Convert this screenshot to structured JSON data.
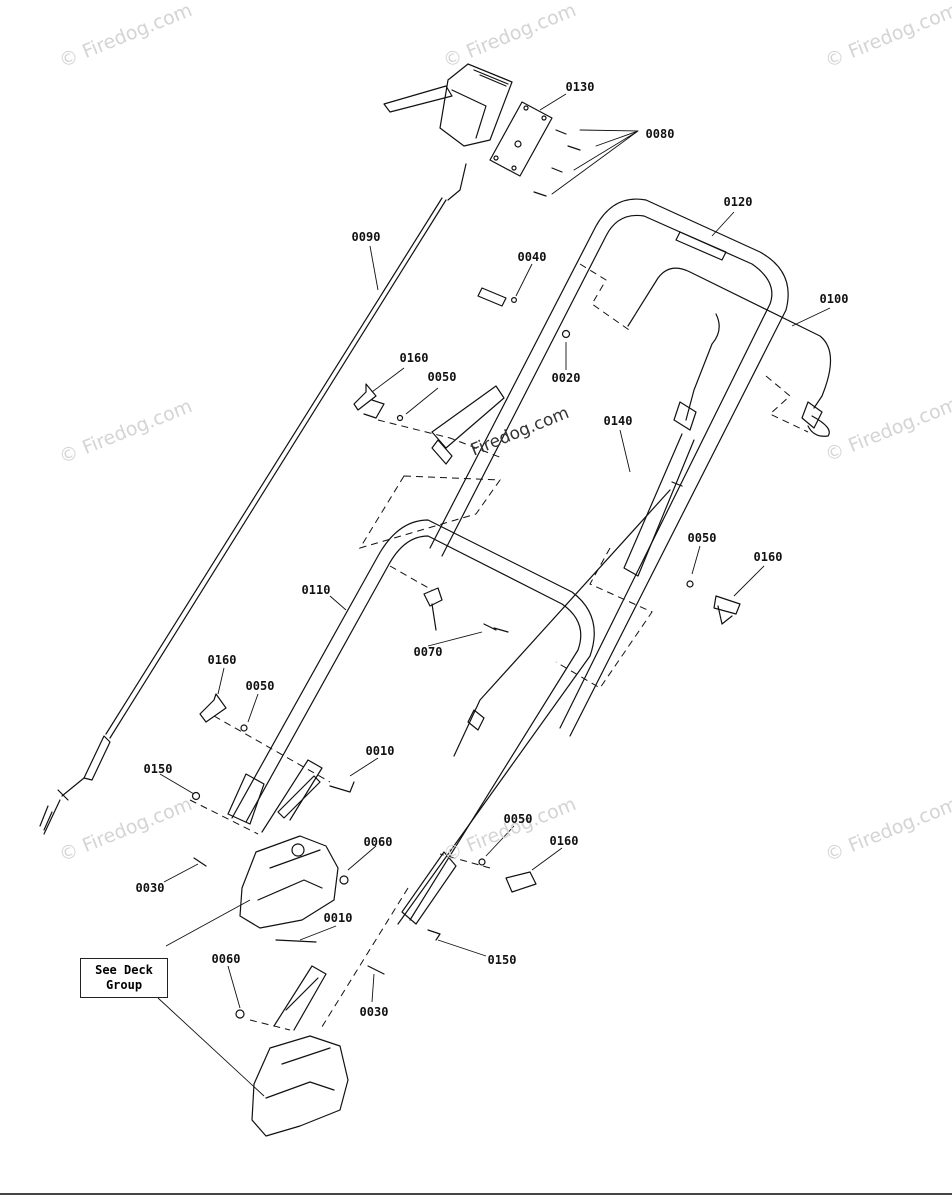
{
  "watermark": "© Firedog.com",
  "center_watermark": "Firedog.com",
  "see_deck_box": {
    "line1": "See Deck",
    "line2": "Group"
  },
  "callouts": [
    "0130",
    "0080",
    "0120",
    "0090",
    "0040",
    "0100",
    "0160",
    "0050",
    "0020",
    "0140",
    "0050",
    "0160",
    "0110",
    "0070",
    "0160",
    "0050",
    "0010",
    "0150",
    "0060",
    "0030",
    "0050",
    "0160",
    "0010",
    "0060",
    "0150",
    "0030"
  ]
}
